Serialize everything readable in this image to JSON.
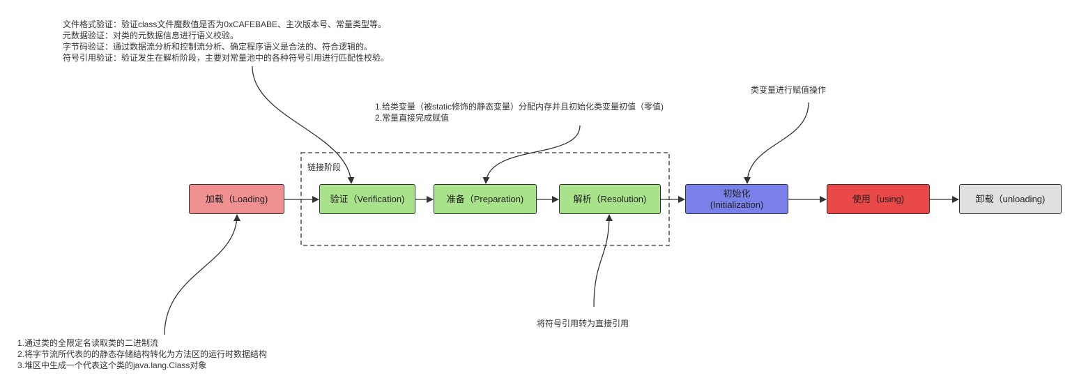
{
  "stages": {
    "loading": {
      "label": "加载（Loading)",
      "color": "#f09090"
    },
    "verification": {
      "label": "验证（Verification)",
      "color": "#a8e28a"
    },
    "preparation": {
      "label": "准备（Preparation)",
      "color": "#a8e28a"
    },
    "resolution": {
      "label": "解析（Resolution)",
      "color": "#a8e28a"
    },
    "initialization": {
      "line1": "初始化",
      "line2": "(Initialization)",
      "color": "#7a80ea"
    },
    "using": {
      "label": "使用（using)",
      "color": "#e84848"
    },
    "unloading": {
      "label": "卸载（unloading)",
      "color": "#e0e0e0"
    }
  },
  "linking_group": {
    "label": "链接阶段"
  },
  "notes": {
    "verification": [
      "文件格式验证：验证class文件魔数值是否为0xCAFEBABE、主次版本号、常量类型等。",
      "元数据验证：对类的元数据信息进行语义校验。",
      "字节码验证：通过数据流分析和控制流分析、确定程序语义是合法的、符合逻辑的。",
      "符号引用验证：验证发生在解析阶段，主要对常量池中的各种符号引用进行匹配性校验。"
    ],
    "preparation": [
      "1.给类变量（被static修饰的静态变量）分配内存并且初始化类变量初值（零值)",
      "2.常量直接完成赋值"
    ],
    "initialization": "类变量进行赋值操作",
    "resolution": "将符号引用转为直接引用",
    "loading": [
      "1.通过类的全限定名读取类的二进制流",
      "2.将字节流所代表的的静态存储结构转化为方法区的运行时数据结构",
      "3.堆区中生成一个代表这个类的java.lang.Class对象"
    ]
  }
}
